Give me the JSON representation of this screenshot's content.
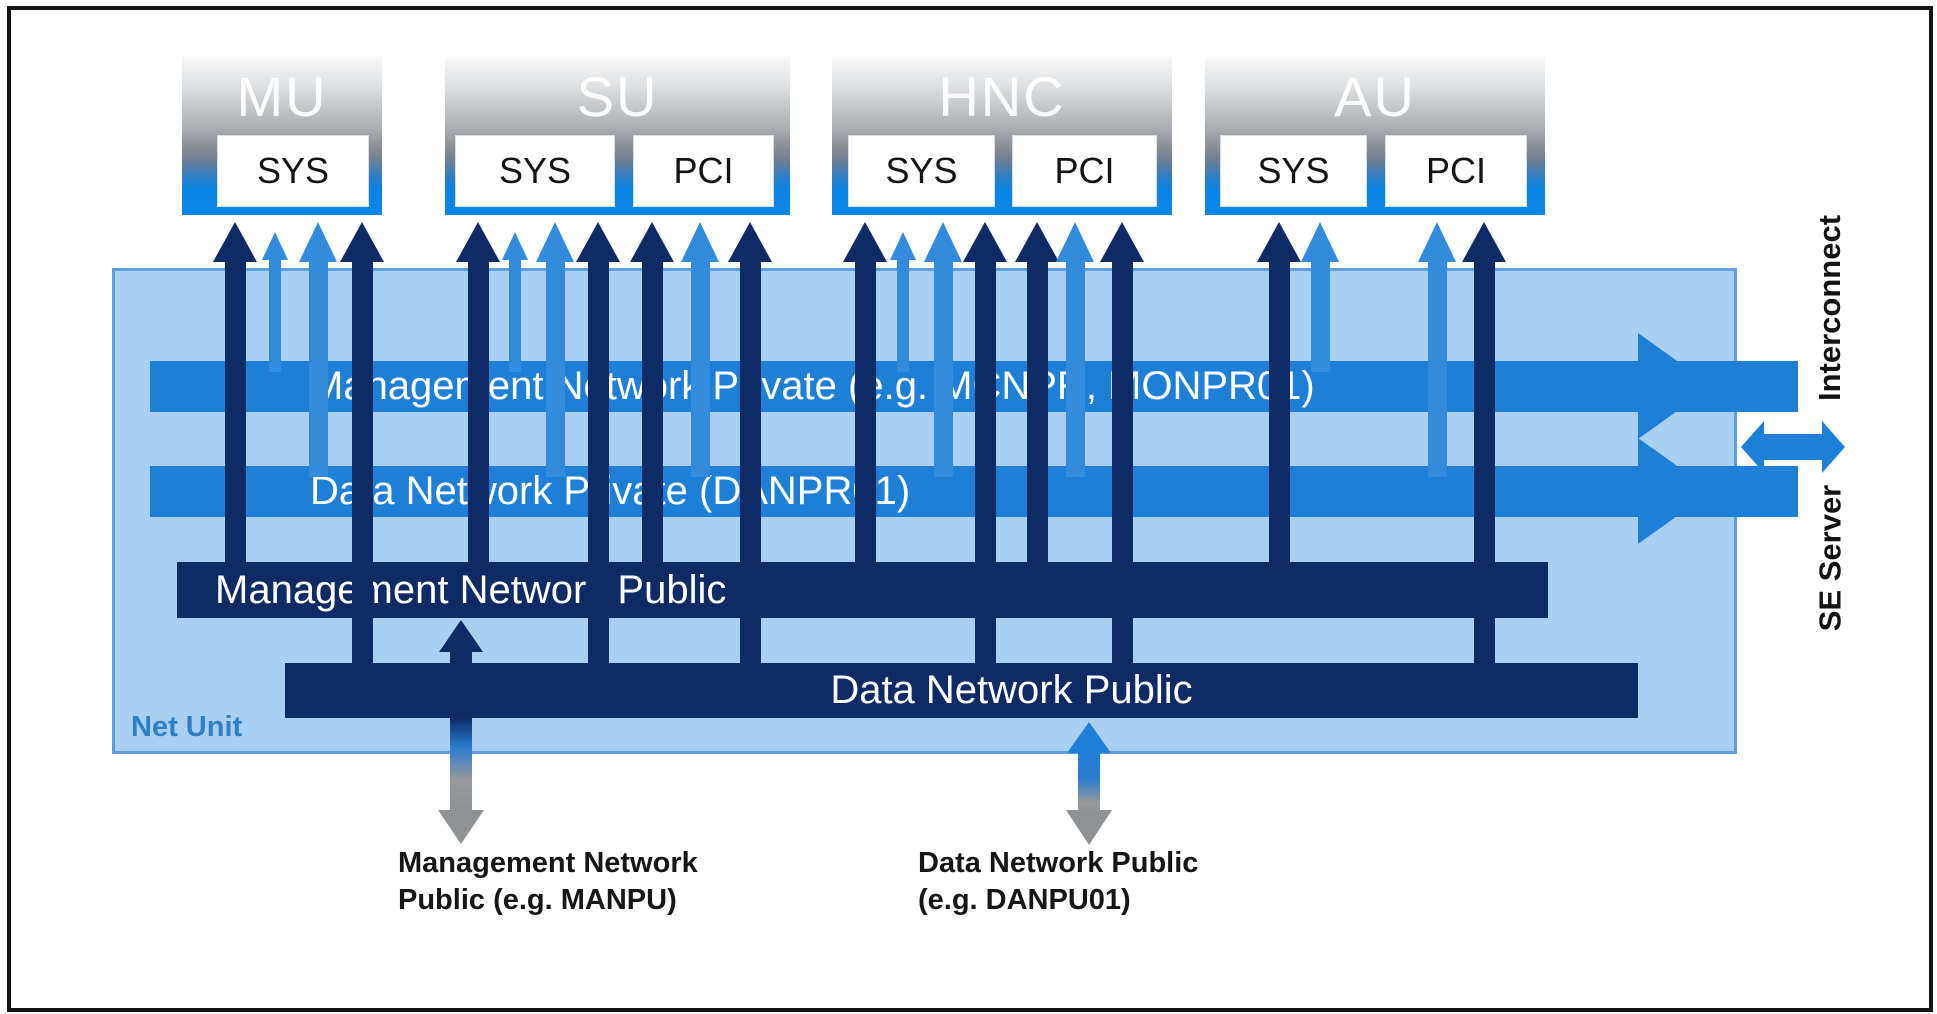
{
  "units": [
    {
      "label": "MU",
      "cards": [
        "SYS"
      ]
    },
    {
      "label": "SU",
      "cards": [
        "SYS",
        "PCI"
      ]
    },
    {
      "label": "HNC",
      "cards": [
        "SYS",
        "PCI"
      ]
    },
    {
      "label": "AU",
      "cards": [
        "SYS",
        "PCI"
      ]
    }
  ],
  "net_unit": {
    "label": "Net Unit"
  },
  "networks": {
    "management_private": "Management Network Private (e.g. MCNPR, MONPR01)",
    "data_private": "Data Network Private (DANPR01)",
    "management_public": "Management Network Public",
    "data_public": "Data Network Public"
  },
  "external_labels": {
    "management": {
      "line1": "Management Network",
      "line2": "Public (e.g. MANPU)"
    },
    "data": {
      "line1": "Data Network Public",
      "line2": "(e.g. DANPU01)"
    }
  },
  "side": {
    "interconnect": "Interconnect",
    "se_server": "SE Server"
  },
  "colors": {
    "navy": "#0e2b66",
    "blue": "#1e7fd7",
    "vertical_blue": "#338cdb",
    "light_blue_box": "#a9d0f3",
    "unit_blue": "#0a86ea",
    "gray_arrow": "#8f9193",
    "net_unit_label": "#2e7fc4"
  }
}
